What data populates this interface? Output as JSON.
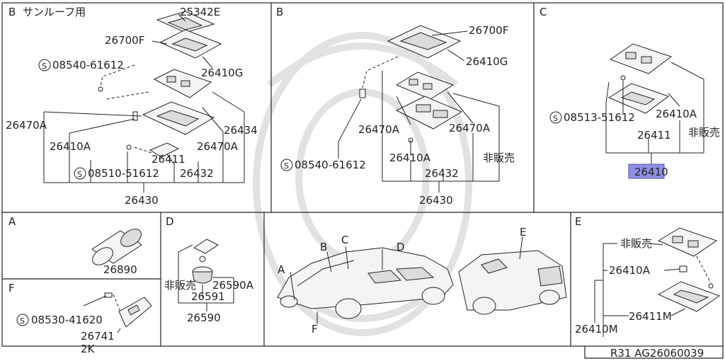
{
  "sections": {
    "b_sunroof": {
      "letter": "B",
      "title": "サンルーフ用",
      "labels": [
        "25342E",
        "26700F",
        "08540-61612",
        "26410G",
        "26470A",
        "26434",
        "26410A",
        "26411",
        "26470A",
        "08510-51612",
        "26432",
        "26430"
      ]
    },
    "b": {
      "letter": "B",
      "labels": [
        "26700F",
        "26410G",
        "26470A",
        "26470A",
        "26410A",
        "非販売",
        "08540-61612",
        "26432",
        "26430"
      ]
    },
    "c": {
      "letter": "C",
      "labels": [
        "08513-51612",
        "26410A",
        "26411",
        "非販売"
      ],
      "highlight_label": "26410"
    },
    "a": {
      "letter": "A",
      "labels": [
        "26890"
      ]
    },
    "f": {
      "letter": "F",
      "labels": [
        "08530-41620",
        "26741",
        "2K"
      ]
    },
    "d": {
      "letter": "D",
      "labels": [
        "非販売",
        "26590A",
        "26591",
        "26590"
      ]
    },
    "vehicle": {
      "markers": [
        "A",
        "B",
        "C",
        "D",
        "E",
        "F"
      ]
    },
    "e": {
      "letter": "E",
      "labels": [
        "非販売",
        "26410A",
        "26411M",
        "26410M"
      ]
    }
  },
  "footer": {
    "code": "R31  AG26060039"
  },
  "colors": {
    "line": "#222222",
    "highlight": "#8f8fe6",
    "watermark": "#e2e2e2"
  }
}
